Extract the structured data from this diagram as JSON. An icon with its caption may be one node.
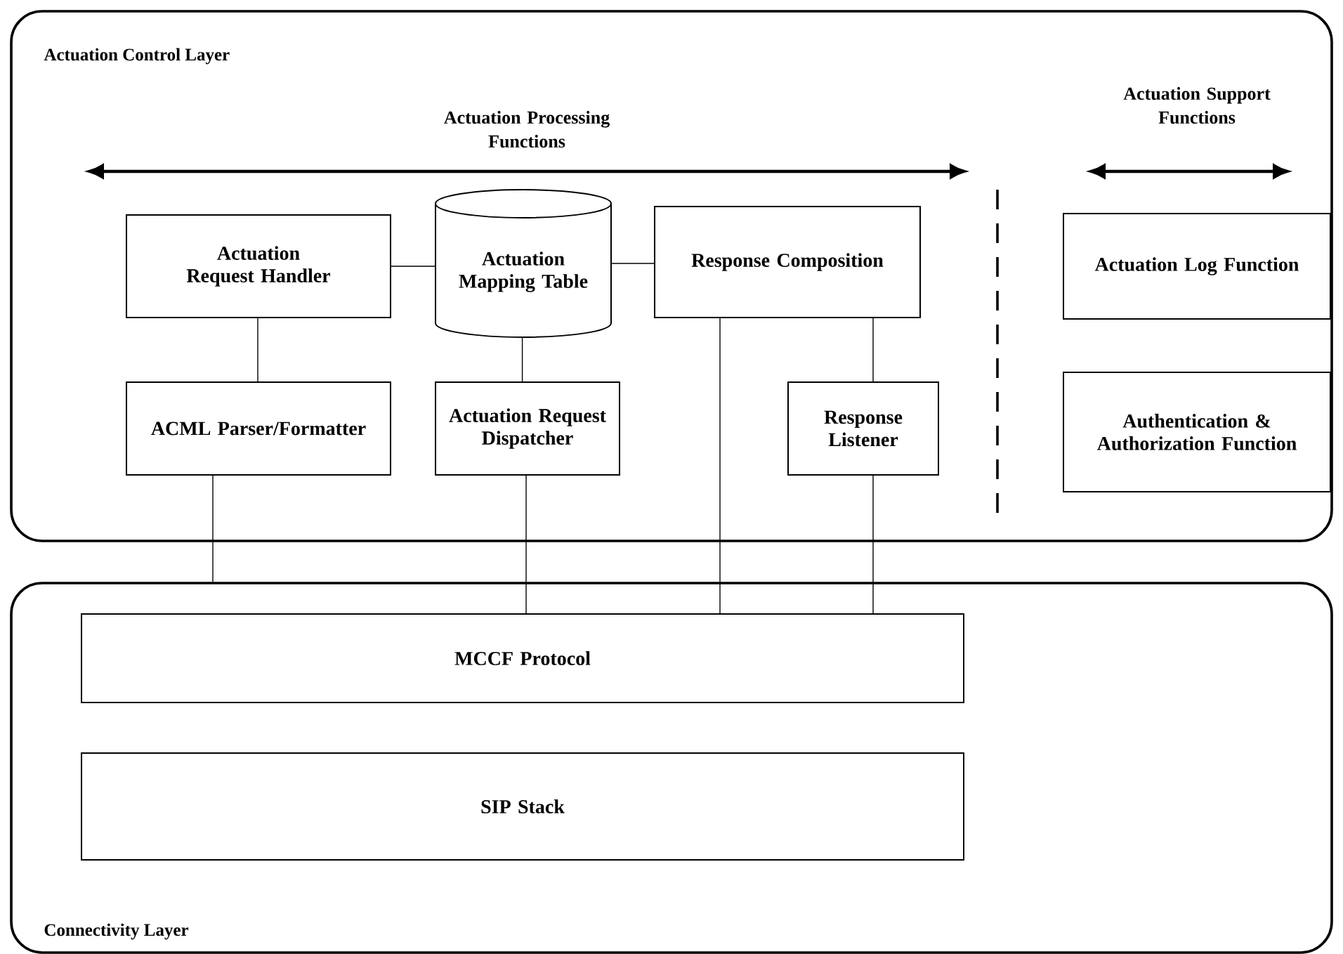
{
  "diagram": {
    "nodes": [
      {
        "text": [
          "Actuation Control Layer"
        ]
      },
      {
        "text": [
          "Actuation Request Handler"
        ],
        "in": 0
      },
      {
        "text": [
          "Actuation Mapping Table"
        ],
        "in": 0
      },
      {
        "text": [
          "Response Composition"
        ],
        "in": 0
      },
      {
        "text": [
          "ACML Parser/Formatter"
        ],
        "in": 0
      },
      {
        "text": [
          "Actuation Request Dispatcher"
        ],
        "in": 0
      },
      {
        "text": [
          "Response Listener"
        ],
        "in": 0
      },
      {
        "text": [
          "Actuation Log Function"
        ],
        "in": 0
      },
      {
        "text": [
          "Authentication & Authorization Function"
        ],
        "in": 0
      },
      {
        "text": [
          "Connectivity Layer"
        ]
      },
      {
        "text": [
          "MCCF Protocol"
        ],
        "in": 9
      },
      {
        "text": [
          "SIP Stack"
        ],
        "in": 9
      }
    ],
    "edges": [
      {
        "from": 1,
        "to": 2,
        "arrow": "none"
      },
      {
        "from": 2,
        "to": 3,
        "arrow": "none"
      },
      {
        "from": 1,
        "to": 4,
        "arrow": "none"
      },
      {
        "from": 2,
        "to": 5,
        "arrow": "none"
      },
      {
        "from": 3,
        "to": 6,
        "arrow": "none"
      },
      {
        "from": 4,
        "to": 9,
        "arrow": "none"
      },
      {
        "from": 5,
        "to": 10,
        "arrow": "none"
      },
      {
        "from": 3,
        "to": 10,
        "arrow": "none"
      },
      {
        "from": 6,
        "to": 10,
        "arrow": "none"
      }
    ],
    "labels": [
      "Actuation Processing Functions",
      "Actuation Support Functions"
    ]
  }
}
